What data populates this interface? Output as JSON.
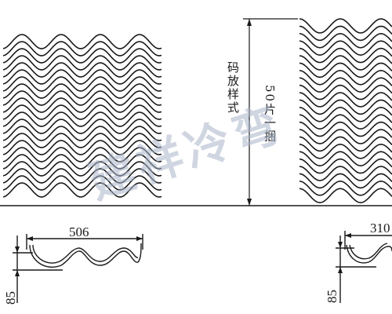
{
  "labels": {
    "stack_style": "码放样式",
    "bundle_count": "50片一捆"
  },
  "dimensions": {
    "left_width": "506",
    "left_height": "85",
    "right_width": "310",
    "right_height": "85"
  },
  "watermark": "建祥冷弯",
  "colors": {
    "line": "#1a1a1a",
    "watermark": "#aab4c8"
  }
}
